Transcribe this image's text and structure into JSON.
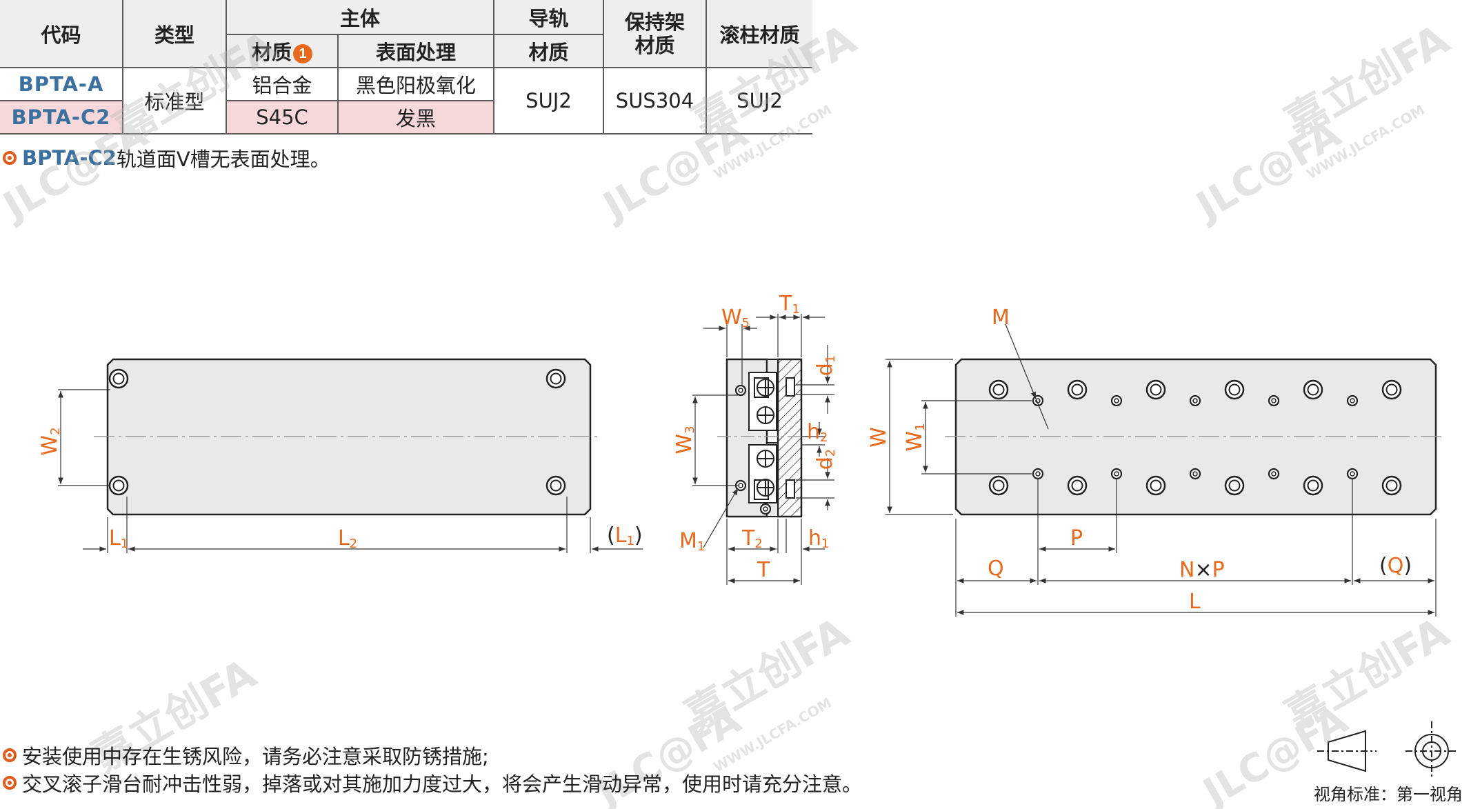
{
  "table": {
    "headers": {
      "code": "代码",
      "type": "类型",
      "body": "主体",
      "material": "材质",
      "material_badge": "1",
      "surface": "表面处理",
      "rail": "导轨",
      "rail_material": "材质",
      "cage_line1": "保持架",
      "cage_line2": "材质",
      "roller": "滚柱材质"
    },
    "rows": [
      {
        "code": "BPTA-A",
        "material": "铝合金",
        "surface": "黑色阳极氧化"
      },
      {
        "code": "BPTA-C2",
        "material": "S45C",
        "surface": "发黑"
      }
    ],
    "type_value": "标准型",
    "rail_value": "SUJ2",
    "cage_value": "SUS304",
    "roller_value": "SUJ2"
  },
  "note_top": {
    "code": "BPTA-C2",
    "text": "轨道面V槽无表面处理。"
  },
  "notes_bottom": [
    "安装使用中存在生锈风险，请务必注意采取防锈措施;",
    "交叉滚子滑台耐冲击性弱，掉落或对其施加力度过大，将会产生滑动异常，使用时请充分注意。"
  ],
  "dims": {
    "W2": "W",
    "W2_sub": "2",
    "L1": "L",
    "L1_sub": "1",
    "L2": "L",
    "L2_sub": "2",
    "L1p_open": "(",
    "L1p": "L",
    "L1p_sub": "1",
    "L1p_close": ")",
    "W5": "W",
    "W5_sub": "5",
    "T1": "T",
    "T1_sub": "1",
    "d1": "d",
    "d1_sub": "1",
    "h2": "h",
    "h2_sub": "2",
    "d2": "d",
    "d2_sub": "2",
    "W3": "W",
    "W3_sub": "3",
    "M1": "M",
    "M1_sub": "1",
    "T2": "T",
    "T2_sub": "2",
    "h1": "h",
    "h1_sub": "1",
    "T": "T",
    "M": "M",
    "W": "W",
    "W1": "W",
    "W1_sub": "1",
    "P": "P",
    "Q": "Q",
    "NxP_n": "N",
    "NxP_x": "×",
    "NxP_p": "P",
    "Qp_open": "(",
    "Qp": "Q",
    "Qp_close": ")",
    "L": "L"
  },
  "watermark": {
    "brand": "JLC@FA",
    "cn": "嘉立创FA",
    "url": "WWW.JLCFA.COM"
  },
  "caption": "视角标准：第一视角",
  "colors": {
    "accent": "#e8691b",
    "code_blue": "#3a6f9e",
    "row_pink": "#f7d8da",
    "header_gray": "#eeeeee"
  }
}
